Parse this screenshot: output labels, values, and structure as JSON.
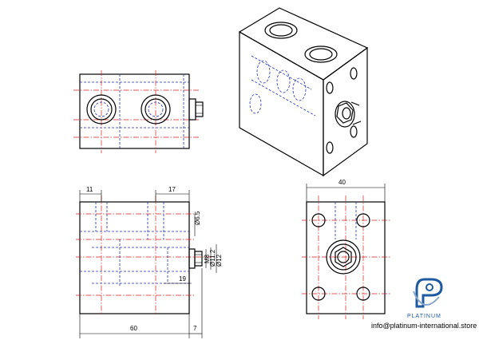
{
  "dimensions": {
    "hole_spacing_a": "11",
    "hole_spacing_b": "17",
    "hole_diameter": "Ø6.5",
    "m8": "M8",
    "dia_11_2": "Ø11.2",
    "dia_12": "Ø12",
    "offset_19": "19",
    "width_60": "60",
    "side_7": "7",
    "side_width_40": "40"
  },
  "brand": {
    "name": "PLATINUM",
    "email": "info@platinum-international.store"
  },
  "colors": {
    "centerline": "#d42020",
    "hidden_line": "#1f2fb0",
    "outline": "#000000",
    "logo_blue": "#1e5aa0"
  }
}
